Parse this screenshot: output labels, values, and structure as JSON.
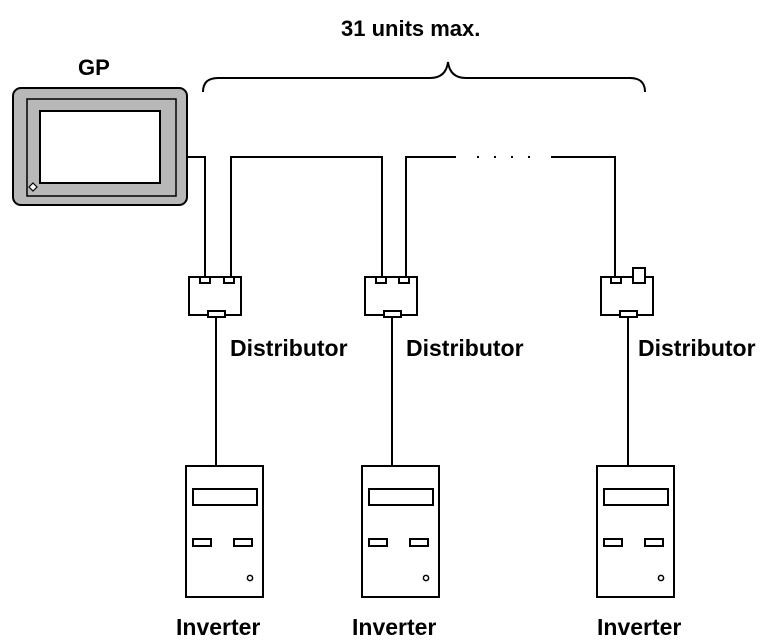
{
  "labels": {
    "max_units": "31 units max.",
    "gp": "GP",
    "distributor": "Distributor",
    "inverter": "Inverter"
  },
  "units": [
    {
      "distributor_label": "Distributor",
      "inverter_label": "Inverter"
    },
    {
      "distributor_label": "Distributor",
      "inverter_label": "Inverter"
    },
    {
      "distributor_label": "Distributor",
      "inverter_label": "Inverter"
    }
  ],
  "colors": {
    "line": "#000000",
    "gp_frame": "#b8b8b8",
    "background": "#ffffff"
  }
}
